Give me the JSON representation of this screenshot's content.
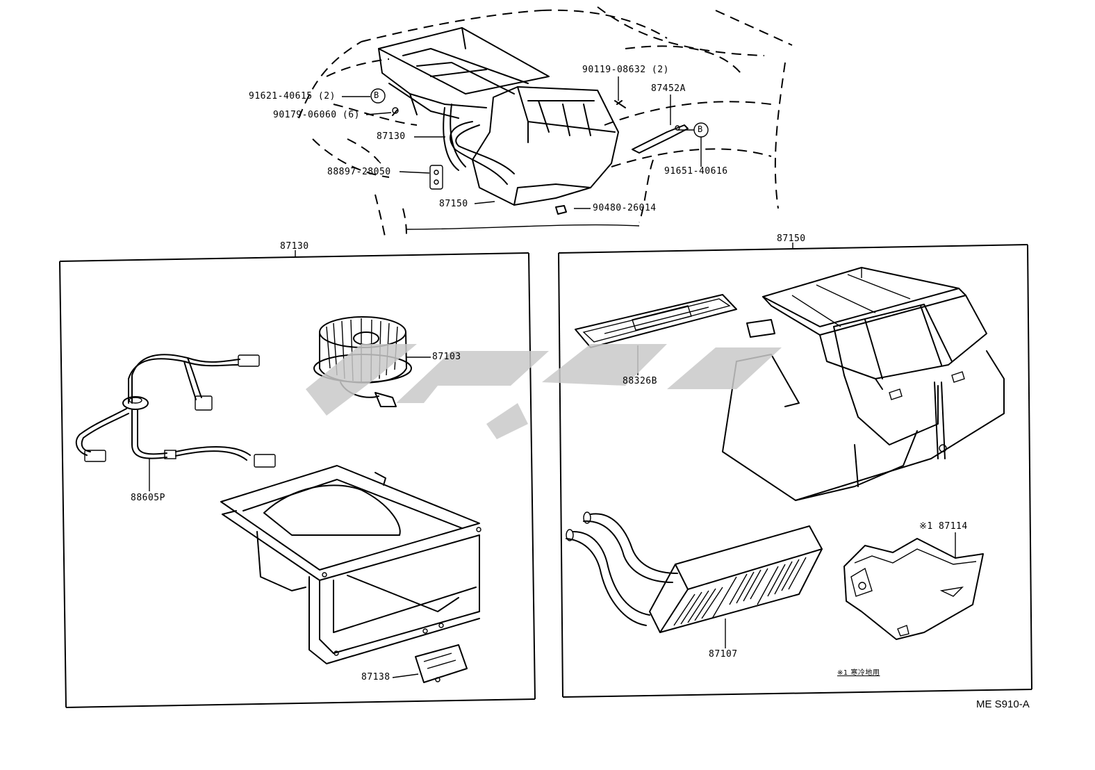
{
  "labels": {
    "p91621": "91621-40615 (2)",
    "p90179": "90179-06060 (6)",
    "p87130_top": "87130",
    "p88897": "88897-28050",
    "p87150_top": "87150",
    "p90119": "90119-08632 (2)",
    "p87452a": "87452A",
    "p91651": "91651-40616",
    "p90480": "90480-26014",
    "box_left_title": "87130",
    "box_right_title": "87150",
    "p87103": "87103",
    "p88605p": "88605P",
    "p87138": "87138",
    "p88326b": "88326B",
    "p87107": "87107",
    "p87114": "※1 87114",
    "note": "※1 寒冷地用",
    "ref_b1": "B",
    "ref_b2": "B"
  },
  "diagram_code": "ME S910-A"
}
